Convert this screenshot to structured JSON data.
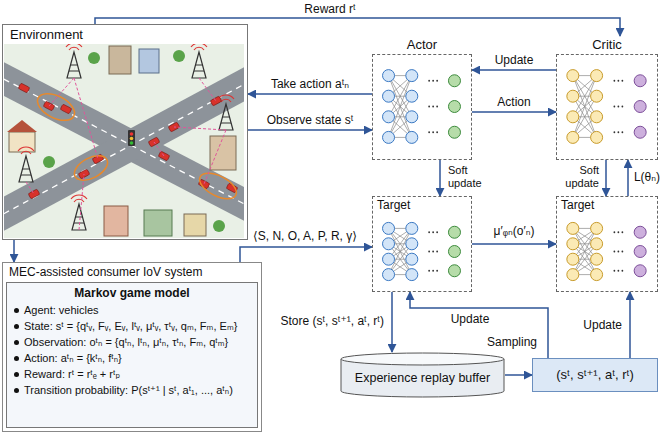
{
  "diagram": {
    "nodes": [
      {
        "text": [
          "Environment"
        ]
      },
      {
        "text": [
          "Actor"
        ]
      },
      {
        "text": [
          "Target"
        ]
      },
      {
        "text": [
          "Critic"
        ]
      },
      {
        "text": [
          "Target"
        ]
      },
      {
        "text": [
          "MEC-assisted consumer IoV system"
        ]
      },
      {
        "text": [
          "Markov game model",
          "Agent: vehicles",
          "State: sᵗ = {qᵗᵥ, Fᵥ, Eᵥ, lᵗᵥ, μᵗᵥ, τᵗᵥ, qₘ, Fₘ, Eₘ}",
          "Observation: oᵗₙ = {qᵗₙ, lᵗₙ, μᵗₙ, τᵗₙ, Fₘ, qᵗₘ}",
          "Action: aᵗₙ = {kᵗₙ, fᵗₙ}",
          "Reward: rᵗ = rᵗₑ + rᵗₚ",
          "Transition probability: P(sᵗ⁺¹ | sᵗ, aᵗ₁, ..., aᵗₙ)"
        ],
        "in": 5
      },
      {
        "text": [
          "Experience replay buffer"
        ]
      },
      {
        "text": [
          "(sᵗ, sᵗ⁺¹, aᵗ, rᵗ)"
        ]
      }
    ],
    "edges": [
      {
        "from": 0,
        "to": 3,
        "arrow": "to",
        "label": "Reward rᵗ"
      },
      {
        "from": 1,
        "to": 0,
        "arrow": "to",
        "label": "Take action aᵗₙ"
      },
      {
        "from": 0,
        "to": 1,
        "arrow": "to",
        "label": "Observe state sᵗ"
      },
      {
        "from": 1,
        "to": 3,
        "arrow": "to",
        "label": "Action"
      },
      {
        "from": 3,
        "to": 1,
        "arrow": "to",
        "label": "Update"
      },
      {
        "from": 1,
        "to": 2,
        "arrow": "to",
        "label": "Soft update"
      },
      {
        "from": 2,
        "to": 4,
        "arrow": "to",
        "label": "μ′ᵩₙ(o′ₙ)"
      },
      {
        "from": 3,
        "to": 4,
        "arrow": "to",
        "label": "Soft update"
      },
      {
        "from": 4,
        "to": 3,
        "arrow": "to",
        "label": "L(θₙ)"
      },
      {
        "from": 0,
        "to": 5,
        "arrow": "to"
      },
      {
        "from": 6,
        "to": 2,
        "arrow": "to",
        "label": "⟨S, N, O, A, P, R, γ⟩"
      },
      {
        "from": 2,
        "to": 7,
        "arrow": "to",
        "label": "Store (sᵗ, sᵗ⁺¹, aᵗ, rᵗ)"
      },
      {
        "from": 7,
        "to": 8,
        "arrow": "to",
        "label": "Sampling"
      },
      {
        "from": 8,
        "to": 2,
        "arrow": "to",
        "label": "Update"
      },
      {
        "from": 8,
        "to": 4,
        "arrow": "to",
        "label": "Update"
      }
    ]
  }
}
